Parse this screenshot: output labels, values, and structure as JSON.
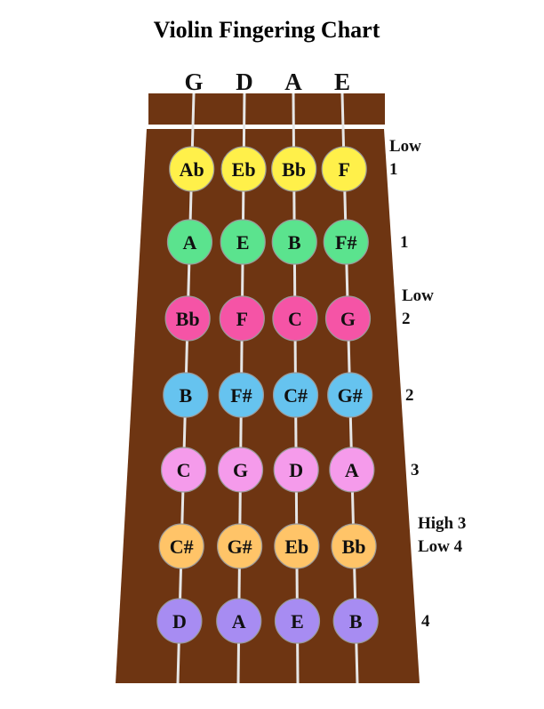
{
  "title": "Violin Fingering Chart",
  "strings": [
    "G",
    "D",
    "A",
    "E"
  ],
  "rows": [
    {
      "finger_lines": [
        "Low",
        "1"
      ],
      "color": "#FFF04A",
      "notes": [
        "Ab",
        "Eb",
        "Bb",
        "F"
      ]
    },
    {
      "finger_lines": [
        "1"
      ],
      "color": "#5BE38E",
      "notes": [
        "A",
        "E",
        "B",
        "F#"
      ]
    },
    {
      "finger_lines": [
        "Low",
        "2"
      ],
      "color": "#F554A6",
      "notes": [
        "Bb",
        "F",
        "C",
        "G"
      ]
    },
    {
      "finger_lines": [
        "2"
      ],
      "color": "#66C3EF",
      "notes": [
        "B",
        "F#",
        "C#",
        "G#"
      ]
    },
    {
      "finger_lines": [
        "3"
      ],
      "color": "#F59BEB",
      "notes": [
        "C",
        "G",
        "D",
        "A"
      ]
    },
    {
      "finger_lines": [
        "High 3",
        "Low 4"
      ],
      "color": "#FFC468",
      "notes": [
        "C#",
        "G#",
        "Eb",
        "Bb"
      ]
    },
    {
      "finger_lines": [
        "4"
      ],
      "color": "#A78CF2",
      "notes": [
        "D",
        "A",
        "E",
        "B"
      ]
    }
  ],
  "colors": {
    "fingerboard": "#6E3512",
    "nut": "#6E3512",
    "string": "#E6E6E6",
    "circle_outline": "#9A9A9A"
  }
}
